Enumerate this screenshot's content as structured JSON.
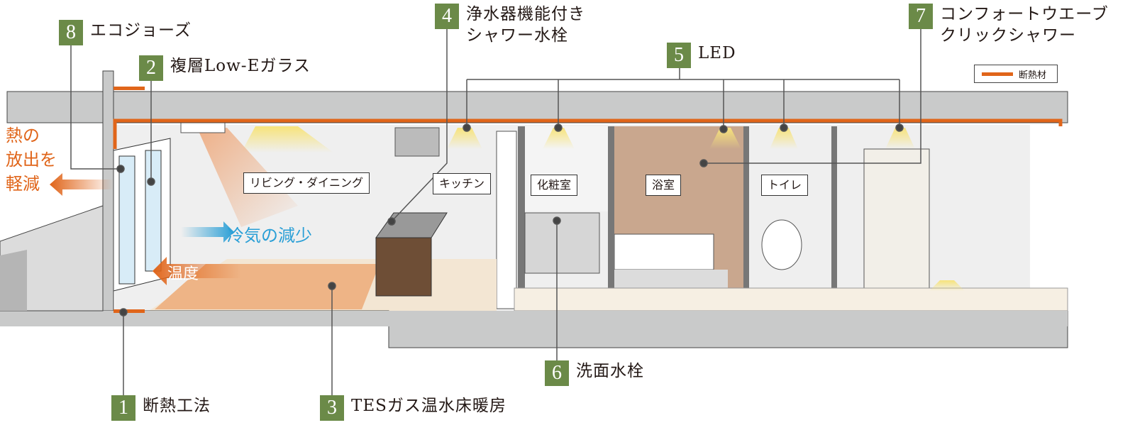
{
  "callouts": [
    {
      "number": "1",
      "label": "断熱工法"
    },
    {
      "number": "2",
      "label": "複層Low-Eガラス"
    },
    {
      "number": "3",
      "label": "TESガス温水床暖房"
    },
    {
      "number": "4",
      "label_line1": "浄水器機能付き",
      "label_line2": "シャワー水栓"
    },
    {
      "number": "5",
      "label": "LED"
    },
    {
      "number": "6",
      "label": "洗面水栓"
    },
    {
      "number": "7",
      "label_line1": "コンフォートウエーブ",
      "label_line2": "クリックシャワー"
    },
    {
      "number": "8",
      "label": "エコジョーズ"
    }
  ],
  "rooms": {
    "living": "リビング・ダイニング",
    "kitchen": "キッチン",
    "powder": "化粧室",
    "bath": "浴室",
    "toilet": "トイレ"
  },
  "annotations": {
    "heat_line1": "熱の",
    "heat_line2": "放出を",
    "heat_line3": "軽減",
    "cold": "冷気の減少",
    "temperature": "温度"
  },
  "legend": {
    "label": "断熱材"
  },
  "colors": {
    "badge": "#6b8a48",
    "insulation": "#e0651a",
    "cold_arrow": "#2a9fd6",
    "concrete": "#c9caca"
  }
}
